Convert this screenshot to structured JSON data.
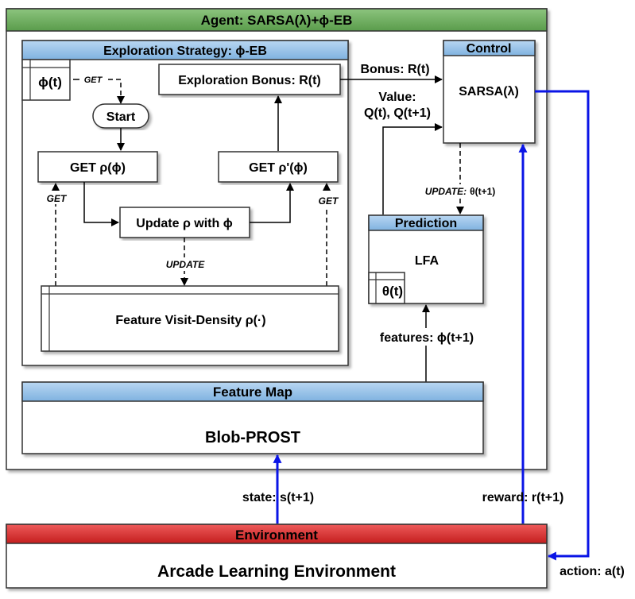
{
  "agent": {
    "title": "Agent: SARSA(λ)+ϕ-EB"
  },
  "exploration_strategy": {
    "title": "Exploration Strategy:  ϕ-EB",
    "phi_t": "ϕ(t)",
    "get_label_top": "GET",
    "start": "Start",
    "exploration_bonus": "Exploration Bonus: R(t)",
    "get_rho_phi": "GET ρ(ϕ)",
    "get_rho_prime_phi": "GET ρ'(ϕ)",
    "update_rho": "Update ρ with ϕ",
    "update_label": "UPDATE",
    "get_label_left": "GET",
    "get_label_right": "GET",
    "density": "Feature Visit-Density  ρ(·)"
  },
  "control": {
    "title": "Control",
    "body": "SARSA(λ)"
  },
  "bonus_label": "Bonus: R(t)",
  "value_label": {
    "line1": "Value:",
    "line2": "Q(t), Q(t+1)"
  },
  "update_theta_label": {
    "prefix": "UPDATE:",
    "value": "θ(t+1)"
  },
  "prediction": {
    "title": "Prediction",
    "body": "LFA",
    "theta": "θ(t)"
  },
  "features_label": "features: ϕ(t+1)",
  "feature_map": {
    "title": "Feature Map",
    "body": "Blob-PROST"
  },
  "state_label": "state: s(t+1)",
  "reward_label": "reward: r(t+1)",
  "action_label": "action: a(t)",
  "environment": {
    "title": "Environment",
    "body": "Arcade Learning Environment"
  },
  "colors": {
    "agent_header": "#67ab59",
    "blue_header": "#8fbde6",
    "env_header": "#d42f2f",
    "arrow_blue": "#0a14e6"
  }
}
